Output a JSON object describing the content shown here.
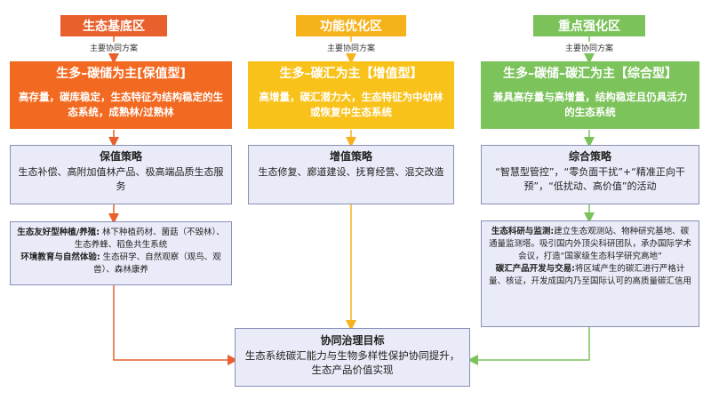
{
  "plan_label": "主要协同方案",
  "columns": [
    {
      "zone": "生态基底区",
      "type_title": "生多–碳储为主[保值型]",
      "type_desc": "高存量，碳库稳定，生态特征为结构稳定的生态系统，成熟林/过熟林",
      "strategy_title": "保值策略",
      "strategy_text": "生态补偿、高附加值林产品、极高端品质生态服务",
      "details": [
        {
          "label": "生态友好型种植/养殖:",
          "text": " 林下种植药材、菌菇（不毁林）、生态养蜂、稻鱼共生系统"
        },
        {
          "label": "环境教育与自然体验:",
          "text": " 生态研学、自然观察（观鸟、观兽）、森林康养"
        }
      ]
    },
    {
      "zone": "功能优化区",
      "type_title": "生多–碳汇为主【增值型】",
      "type_desc": "高增量，碳汇潜力大，生态特征为中幼林或恢复中生态系统",
      "strategy_title": "增值策略",
      "strategy_text": "生态修复、廊道建设、抚育经营、混交改造",
      "details": []
    },
    {
      "zone": "重点强化区",
      "type_title": "生多–碳储–碳汇为主【综合型】",
      "type_desc": "兼具高存量与高增量，结构稳定且仍具活力的生态系统",
      "strategy_title": "综合策略",
      "strategy_text": "“智慧型管控”，“零负面干扰”+“精准正向干预”，“低扰动、高价值”的活动",
      "details": [
        {
          "label": "生态科研与监测:",
          "text": "建立生态观测站、物种研究基地、碳通量监测塔。吸引国内外顶尖科研团队，承办国际学术会议，打造“国家级生态科学研究高地”"
        },
        {
          "label": "碳汇产品开发与交易:",
          "text": "将区域产生的碳汇进行严格计量、核证，开发成国内乃至国际认可的高质量碳汇信用"
        }
      ]
    }
  ],
  "goal": {
    "title": "协同治理目标",
    "text": "生态系统碳汇能力与生物多样性保护协同提升，生态产品价值实现"
  },
  "colors": {
    "orange_tag": "#e8602c",
    "orange_box": "#f26a21",
    "yellow_tag": "#f6b21b",
    "yellow_box": "#f9c21a",
    "green_tag": "#7bc25a",
    "green_box": "#7cc35c",
    "panel_bg": "#e9ecf8",
    "panel_border": "#8a8fb8"
  }
}
